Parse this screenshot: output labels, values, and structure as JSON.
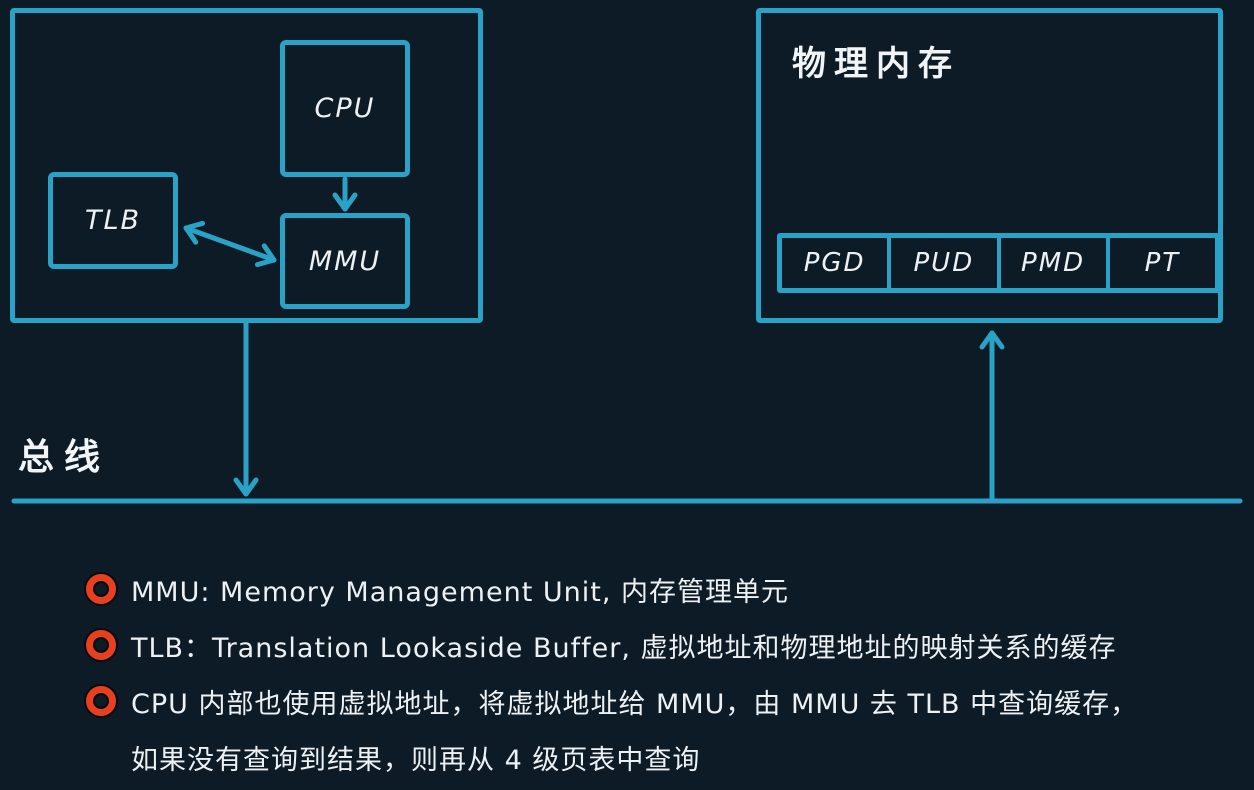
{
  "colors": {
    "background": "#0d1b26",
    "stroke": "#2aa1c6",
    "text": "#edf1f4",
    "bullet_ring": "#e8401f"
  },
  "diagram": {
    "cpu_group": {
      "cpu_label": "CPU",
      "tlb_label": "TLB",
      "mmu_label": "MMU"
    },
    "physical_memory": {
      "title": "物理内存",
      "page_table_levels": [
        "PGD",
        "PUD",
        "PMD",
        "PT"
      ]
    },
    "bus_label": "总线"
  },
  "notes": [
    {
      "lines": [
        "MMU: Memory Management Unit, 内存管理单元"
      ]
    },
    {
      "lines": [
        "TLB：Translation Lookaside Buffer, 虚拟地址和物理地址的映射关系的缓存"
      ]
    },
    {
      "lines": [
        "CPU 内部也使用虚拟地址，将虚拟地址给 MMU，由 MMU 去 TLB 中查询缓存，",
        "如果没有查询到结果，则再从 4 级页表中查询"
      ]
    }
  ]
}
